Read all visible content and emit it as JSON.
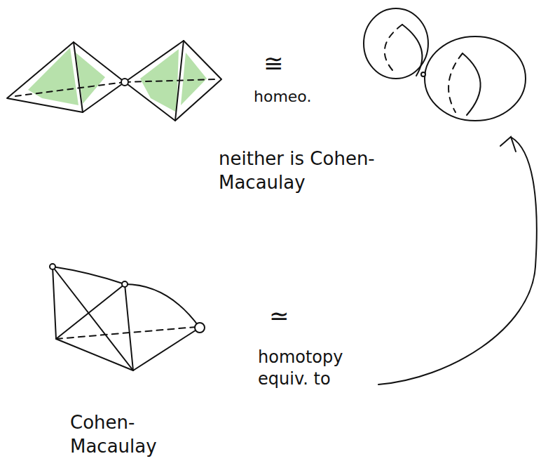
{
  "diagram": {
    "labels": [
      "≅",
      "homeo.",
      "neither is Cohen-Macaulay",
      "≃",
      "homotopy equiv. to",
      "Cohen-Macaulay"
    ]
  }
}
